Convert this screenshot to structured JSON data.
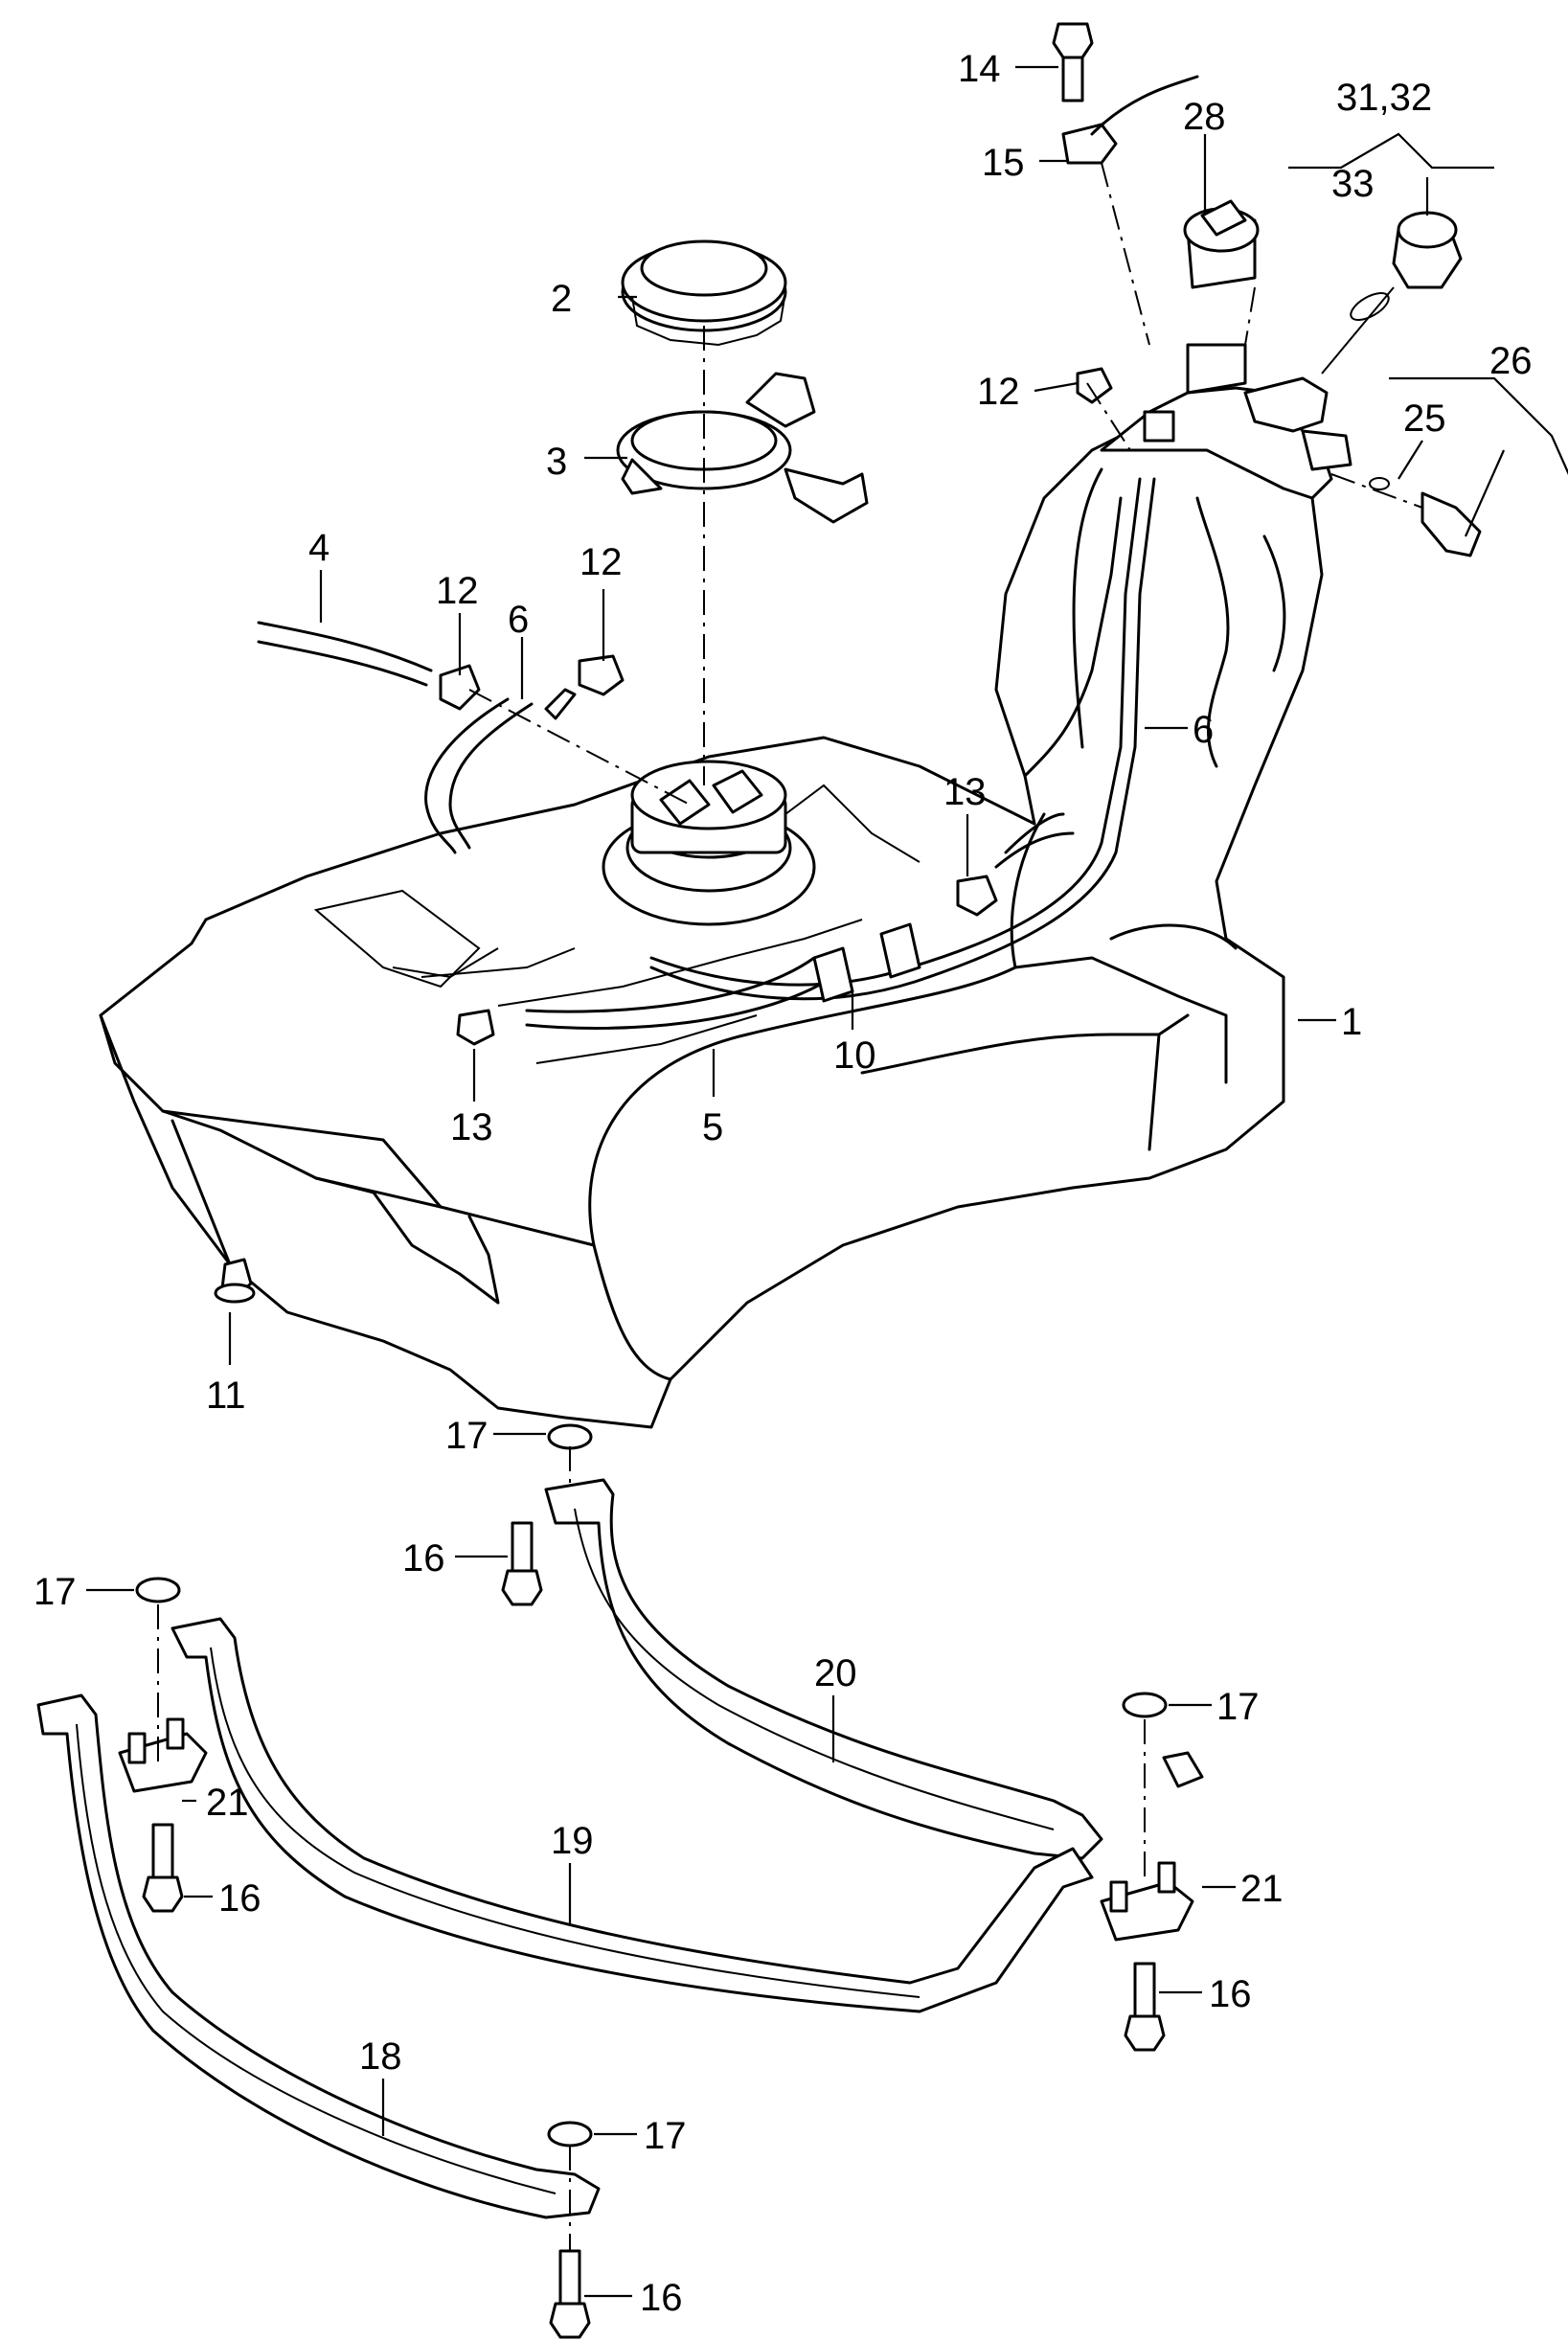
{
  "callouts": {
    "c1": "1",
    "c2": "2",
    "c3": "3",
    "c4": "4",
    "c5": "5",
    "c6a": "6",
    "c6b": "6",
    "c10": "10",
    "c11": "11",
    "c12a": "12",
    "c12b": "12",
    "c12c": "12",
    "c13a": "13",
    "c13b": "13",
    "c14": "14",
    "c15": "15",
    "c16a": "16",
    "c16b": "16",
    "c16c": "16",
    "c16d": "16",
    "c17a": "17",
    "c17b": "17",
    "c17c": "17",
    "c17d": "17",
    "c18": "18",
    "c19": "19",
    "c20": "20",
    "c21a": "21",
    "c21b": "21",
    "c25": "25",
    "c26": "26",
    "c28": "28",
    "c3132": "31,32",
    "c33": "33"
  }
}
